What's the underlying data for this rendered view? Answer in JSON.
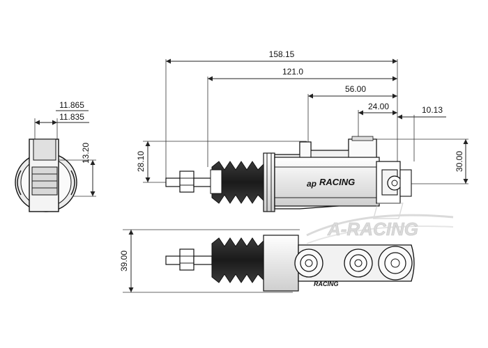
{
  "dimensions": {
    "overall_length": "158.15",
    "body_length": "121.0",
    "port_offset_1": "56.00",
    "port_offset_2": "24.00",
    "end_offset": "10.13",
    "end_height": "28.10",
    "mount_height": "30.00",
    "side_height": "13.20",
    "bore_max": "11.865",
    "bore_min": "11.835",
    "plan_width": "39.00"
  },
  "labels": {
    "body_logo": "RACING",
    "body_logo_prefix": "ap",
    "plan_logo": "RACING",
    "watermark": "A-RACING"
  },
  "colors": {
    "line": "#222222",
    "body": "#f2f2f2",
    "dark": "#2a2a2a",
    "watermark": "#bdbdbd"
  }
}
